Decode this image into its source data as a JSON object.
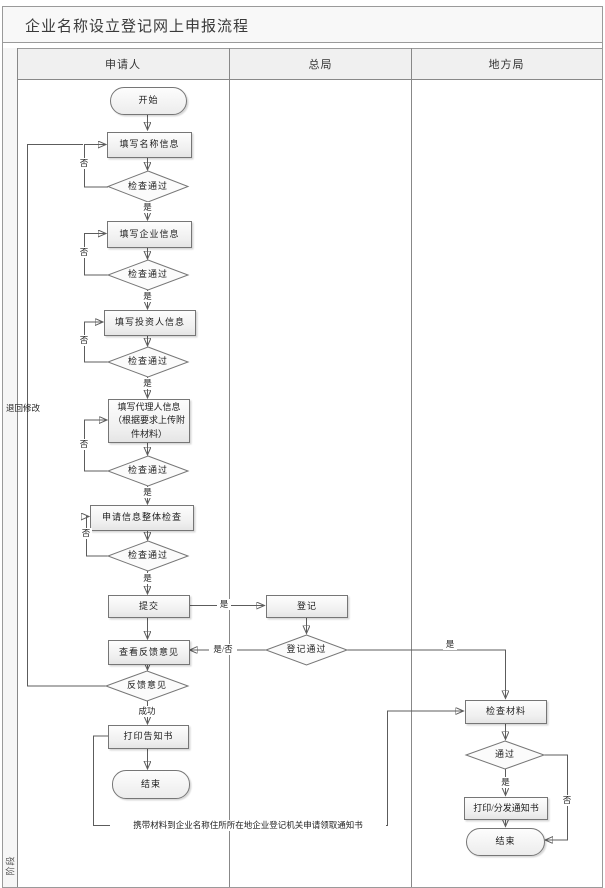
{
  "title": "企业名称设立登记网上申报流程",
  "swimlanes": {
    "stage_label": "阶段",
    "columns": [
      "申请人",
      "总局",
      "地方局"
    ]
  },
  "nodes": {
    "start": "开始",
    "fill_name": "填写名称信息",
    "check_pass": "检查通过",
    "fill_company": "填写企业信息",
    "fill_investor": "填写投资人信息",
    "fill_agent": "填写代理人信息\n（根据要求上传附\n件材料）",
    "overall_check": "申请信息整体检查",
    "submit": "提交",
    "view_feedback": "查看反馈意见",
    "feedback": "反馈意见",
    "print_notice": "打印告知书",
    "end": "结束",
    "register": "登记",
    "register_pass": "登记通过",
    "check_materials": "检查材料",
    "pass": "通过",
    "print_distribute": "打印/分发通知书"
  },
  "edge_labels": {
    "yes": "是",
    "no": "否",
    "yes_no": "是/否",
    "success": "成功",
    "return_modify": "退回修改",
    "carry_materials": "携带材料到企业名称住所所在地企业登记机关申请领取通知书"
  },
  "colors": {
    "line": "#5c5c5c",
    "node_border": "#767676",
    "header_bg": "#f0f0f0",
    "title_bg": "#f8f8f8"
  }
}
